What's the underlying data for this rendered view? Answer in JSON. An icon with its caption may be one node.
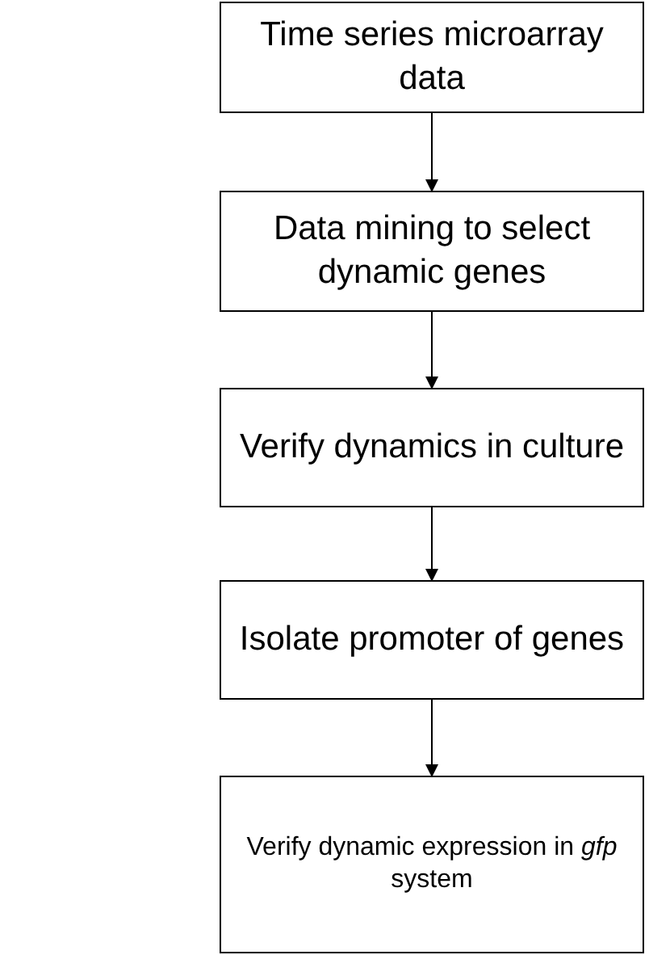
{
  "diagram": {
    "nodes": [
      {
        "text": [
          "Time series microarray data"
        ]
      },
      {
        "text": [
          "Data mining to select dynamic genes"
        ]
      },
      {
        "text": [
          "Verify dynamics in culture"
        ]
      },
      {
        "text": [
          "Isolate promoter of genes"
        ]
      },
      {
        "text": [
          "Verify dynamic expression in *gfp* system"
        ]
      }
    ],
    "edges": [
      {
        "from": 0,
        "to": 1,
        "arrow": "to"
      },
      {
        "from": 1,
        "to": 2,
        "arrow": "to"
      },
      {
        "from": 2,
        "to": 3,
        "arrow": "to"
      },
      {
        "from": 3,
        "to": 4,
        "arrow": "to"
      }
    ]
  }
}
